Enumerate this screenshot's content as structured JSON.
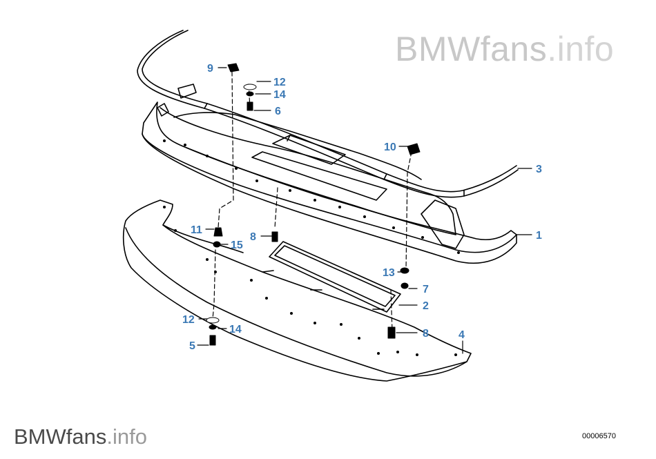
{
  "watermark_top": {
    "brand": "BMWfans",
    "suffix": ".info"
  },
  "watermark_bottom": {
    "brand": "BMWfans",
    "suffix": ".info"
  },
  "diagram_id": "00006570",
  "callouts": [
    {
      "id": "c9",
      "text": "9"
    },
    {
      "id": "c12a",
      "text": "12"
    },
    {
      "id": "c14a",
      "text": "14"
    },
    {
      "id": "c6",
      "text": "6"
    },
    {
      "id": "c10",
      "text": "10"
    },
    {
      "id": "c3",
      "text": "3"
    },
    {
      "id": "c1",
      "text": "1"
    },
    {
      "id": "c11",
      "text": "11"
    },
    {
      "id": "c15",
      "text": "15"
    },
    {
      "id": "c8a",
      "text": "8"
    },
    {
      "id": "c13",
      "text": "13"
    },
    {
      "id": "c7",
      "text": "7"
    },
    {
      "id": "c2",
      "text": "2"
    },
    {
      "id": "c12b",
      "text": "12"
    },
    {
      "id": "c14b",
      "text": "14"
    },
    {
      "id": "c5",
      "text": "5"
    },
    {
      "id": "c8b",
      "text": "8"
    },
    {
      "id": "c4",
      "text": "4"
    }
  ],
  "colors": {
    "callout": "#3a78b4",
    "line": "#000000",
    "watermark_light": "#c8c8c8"
  }
}
